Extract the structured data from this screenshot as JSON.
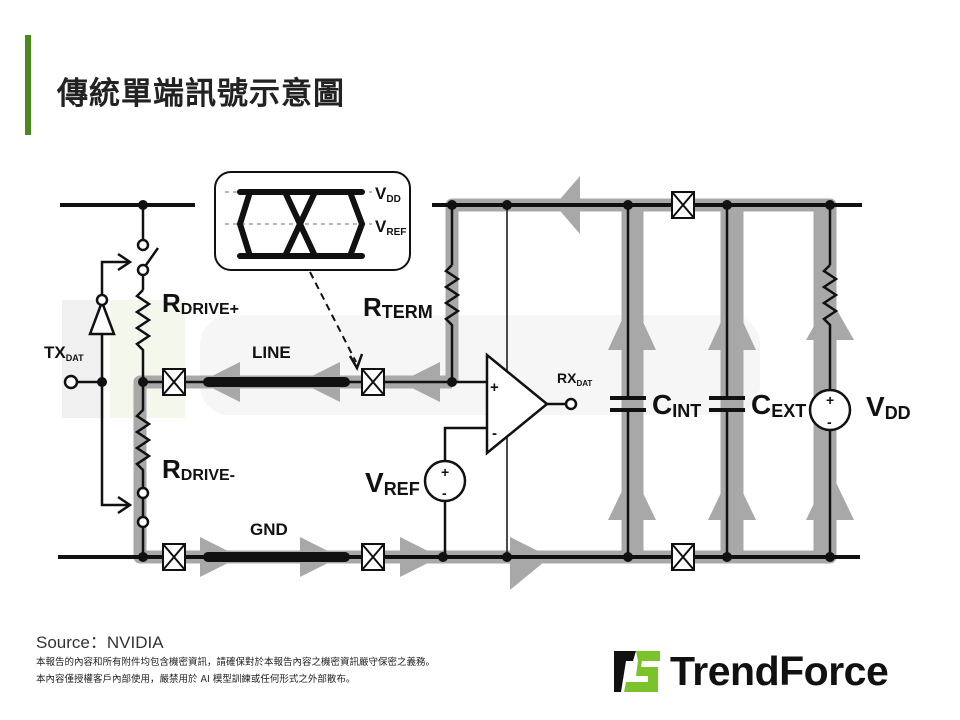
{
  "slide": {
    "title": "傳統單端訊號示意圖",
    "accent_color": "#4a8a1c"
  },
  "diagram": {
    "watermark": "TrendForce",
    "eye": {
      "vdd": {
        "main": "V",
        "sub": "DD"
      },
      "vref": {
        "main": "V",
        "sub": "REF"
      }
    },
    "labels": {
      "txdat": {
        "main": "TX",
        "sub": "DAT"
      },
      "rdrive_plus": {
        "main": "R",
        "sub": "DRIVE+"
      },
      "rdrive_minus": {
        "main": "R",
        "sub": "DRIVE-"
      },
      "line": "LINE",
      "gnd": "GND",
      "rterm": {
        "main": "R",
        "sub": "TERM"
      },
      "vref": {
        "main": "V",
        "sub": "REF"
      },
      "rxdat": {
        "main": "RX",
        "sub": "DAT"
      },
      "cint": {
        "main": "C",
        "sub": "INT"
      },
      "cext": {
        "main": "C",
        "sub": "EXT"
      },
      "vdd": {
        "main": "V",
        "sub": "DD"
      },
      "plus": "+",
      "minus": "-"
    }
  },
  "footer": {
    "source": "Source：NVIDIA",
    "notice_1": "本報告的內容和所有附件均包含機密資訊，請確保對於本報告內容之機密資訊嚴守保密之義務。",
    "notice_2": "本內容僅授權客戶內部使用，嚴禁用於 AI 模型訓練或任何形式之外部散布。",
    "logo_text": "TrendForce",
    "logo_green": "#7cc22a"
  }
}
